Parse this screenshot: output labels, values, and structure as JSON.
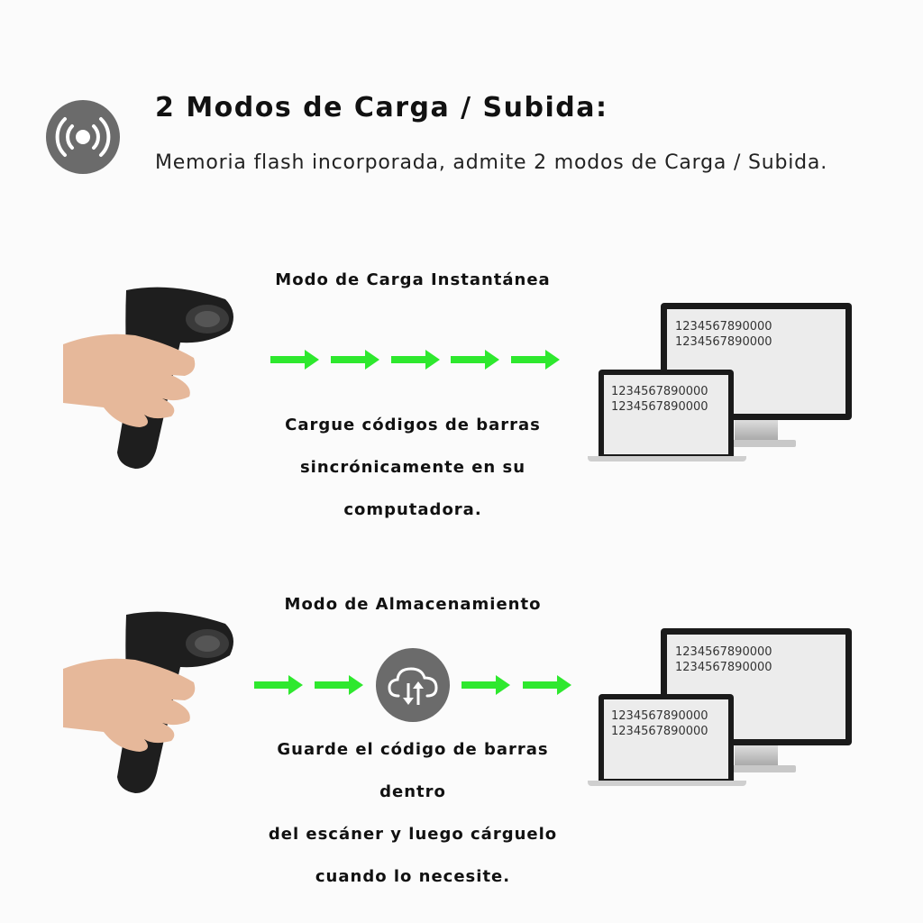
{
  "header": {
    "icon": "wireless-signal-icon",
    "title": "2 Modos de Carga / Subida:",
    "subtitle": "Memoria flash incorporada, admite 2 modos de Carga / Subida."
  },
  "mode1": {
    "label": "Modo de Carga Instantánea",
    "description_lines": [
      "Cargue códigos de barras",
      "sincrónicamente en su",
      "computadora."
    ],
    "monitor_lines": [
      "1234567890000",
      "1234567890000"
    ],
    "laptop_lines": [
      "1234567890000",
      "1234567890000"
    ]
  },
  "mode2": {
    "label": "Modo de Almacenamiento",
    "description_lines": [
      "Guarde el código de barras dentro",
      "del escáner y luego cárguelo",
      "cuando lo necesite."
    ],
    "middle_icon": "cloud-upload-download-icon",
    "monitor_lines": [
      "1234567890000",
      "1234567890000"
    ],
    "laptop_lines": [
      "1234567890000",
      "1234567890000"
    ]
  },
  "colors": {
    "arrow": "#2ee82e",
    "icon_bg": "#6b6b6b",
    "device": "#1a1a1a"
  }
}
